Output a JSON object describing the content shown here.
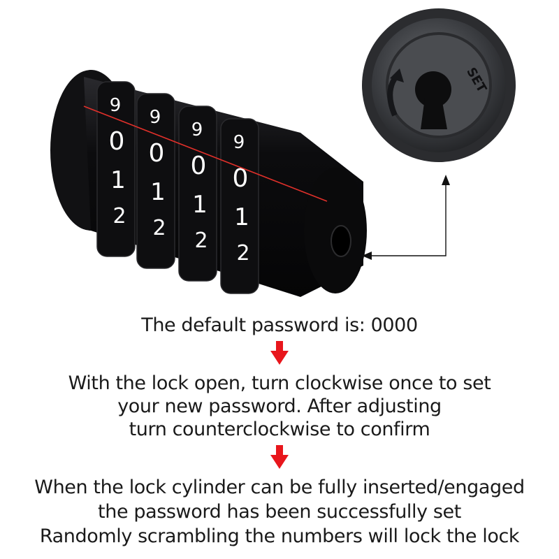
{
  "wheels": [
    {
      "index": 1,
      "digits": [
        "9",
        "0",
        "1",
        "2"
      ]
    },
    {
      "index": 2,
      "digits": [
        "9",
        "0",
        "1",
        "2"
      ]
    },
    {
      "index": 3,
      "digits": [
        "9",
        "0",
        "1",
        "2"
      ]
    },
    {
      "index": 4,
      "digits": [
        "9",
        "0",
        "1",
        "2"
      ]
    }
  ],
  "set_mark": "SET",
  "colors": {
    "lock_body": "#0c0c0e",
    "digit": "#ffffff",
    "indicator_line": "#e0302a",
    "down_arrow": "#e8161c",
    "text": "#1a1a1a"
  },
  "instructions": {
    "default_password": "The default password is: 0000",
    "step1": [
      "With the lock open, turn clockwise once to set",
      "your new password. After adjusting",
      "turn counterclockwise to confirm"
    ],
    "step2": [
      "When the lock cylinder can be fully inserted/engaged",
      "the password has been successfully set",
      "Randomly scrambling the numbers will lock the lock"
    ]
  },
  "icons": {
    "flow_arrow": "arrow-down-icon",
    "callout_arrow": "arrow-left-icon",
    "rotate_arrow": "curved-arrow-icon"
  }
}
